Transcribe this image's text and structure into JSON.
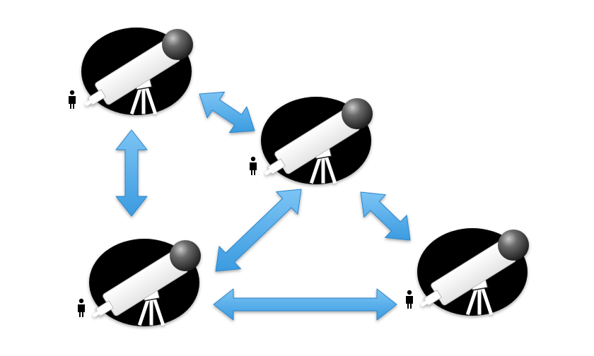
{
  "diagram": {
    "nodes": [
      {
        "id": "telescope-top-left",
        "icon": "telescope-icon",
        "observer": "person-icon"
      },
      {
        "id": "telescope-center",
        "icon": "telescope-icon",
        "observer": "person-icon"
      },
      {
        "id": "telescope-bottom-left",
        "icon": "telescope-icon",
        "observer": "person-icon"
      },
      {
        "id": "telescope-bottom-right",
        "icon": "telescope-icon",
        "observer": "person-icon"
      }
    ],
    "links": [
      {
        "from": "telescope-top-left",
        "to": "telescope-center",
        "direction": "bidirectional"
      },
      {
        "from": "telescope-top-left",
        "to": "telescope-bottom-left",
        "direction": "bidirectional"
      },
      {
        "from": "telescope-center",
        "to": "telescope-bottom-left",
        "direction": "bidirectional"
      },
      {
        "from": "telescope-center",
        "to": "telescope-bottom-right",
        "direction": "bidirectional"
      },
      {
        "from": "telescope-bottom-left",
        "to": "telescope-bottom-right",
        "direction": "bidirectional"
      }
    ],
    "colors": {
      "arrow": "#45a6e8",
      "arrow_edge": "#2c86cc",
      "node": "#000000",
      "tube": "#ffffff",
      "lens": "#3a3a3a"
    }
  }
}
